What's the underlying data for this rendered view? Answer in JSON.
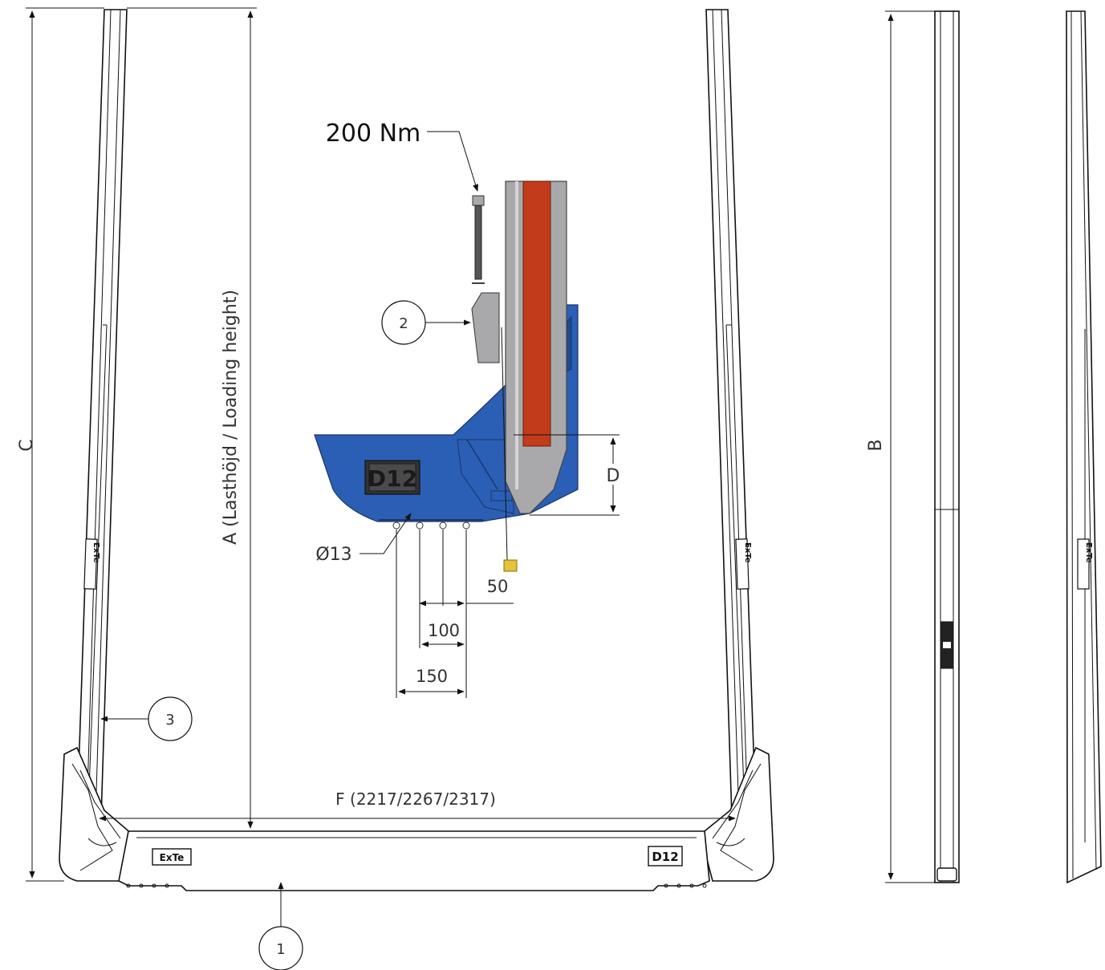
{
  "labels": {
    "dim_c": "C",
    "dim_a": "A (Lasthöjd / Loading height)",
    "dim_b": "B",
    "dim_d": "D",
    "dim_f": "F (2217/2267/2317)",
    "torque": "200 Nm",
    "hole_diameter": "Ø13",
    "dim_50": "50",
    "dim_100": "100",
    "dim_150": "150",
    "callout_1": "1",
    "callout_2": "2",
    "callout_3": "3",
    "plate_d12": "D12",
    "beam_logo_left": "ExTe",
    "beam_logo_right": "D12",
    "post_logo": "ExTe"
  },
  "colors": {
    "blue": "#2a5fb5",
    "blue_dark": "#1f4a90",
    "red": "#c23b1a",
    "grey": "#a9a9ab",
    "grey_light": "#c8c8ca",
    "yellow": "#e4c23a",
    "line": "#111111"
  }
}
